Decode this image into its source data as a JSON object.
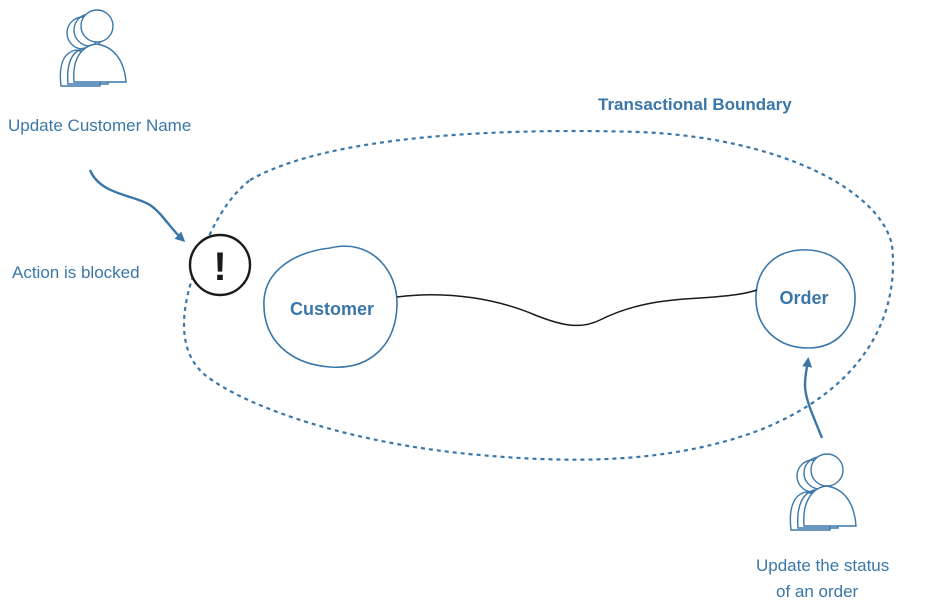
{
  "diagram": {
    "boundary_label": "Transactional Boundary",
    "actor_left_label": "Update Customer Name",
    "blocked_label": "Action is blocked",
    "customer_label": "Customer",
    "order_label": "Order",
    "actor_right_label_line1": "Update the status",
    "actor_right_label_line2": "of an order",
    "warning_symbol": "!"
  },
  "colors": {
    "accent": "#3a77a8",
    "ink": "#1a1a1a",
    "background": "#ffffff"
  },
  "icons": [
    "user-group-icon",
    "warning-icon",
    "arrow-icon"
  ]
}
